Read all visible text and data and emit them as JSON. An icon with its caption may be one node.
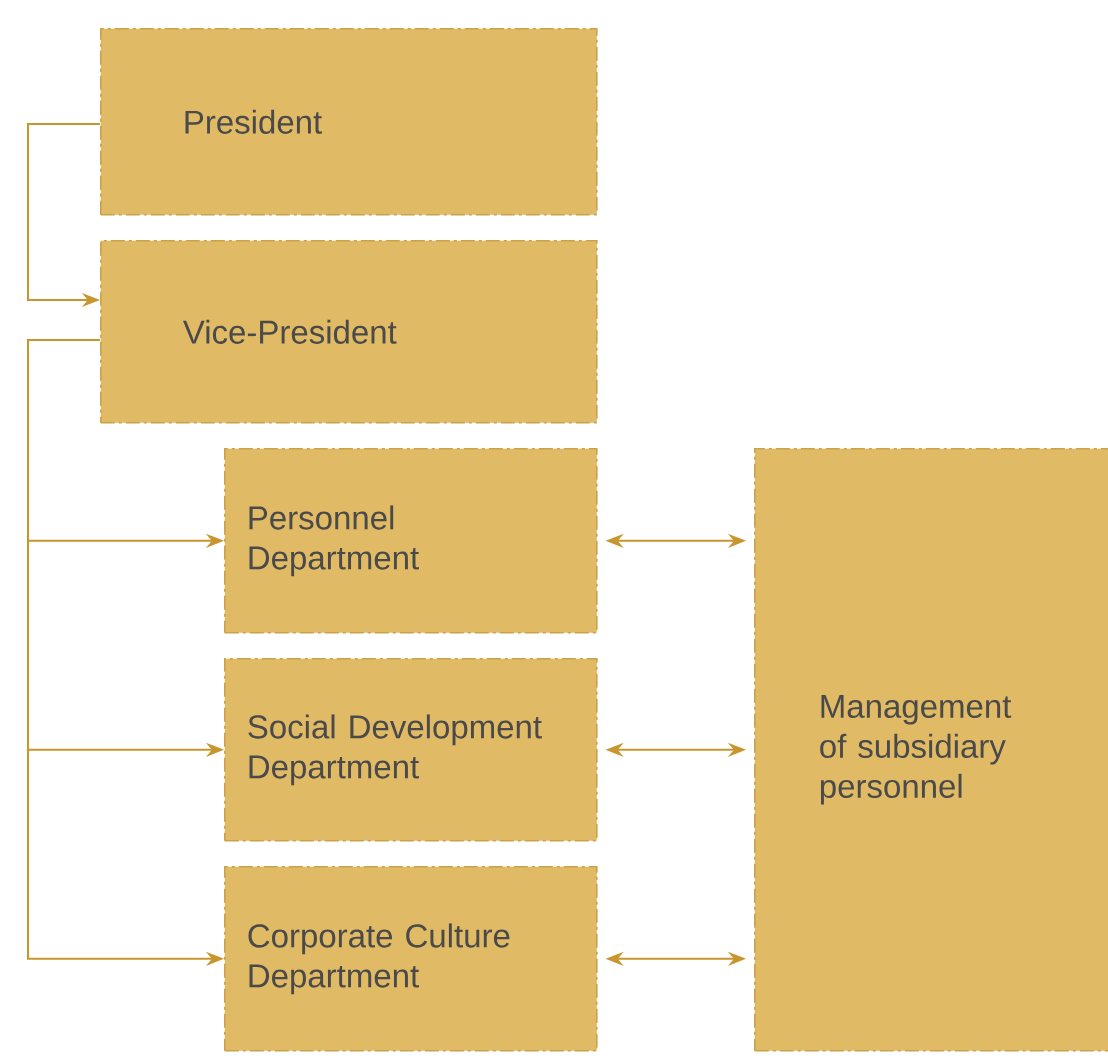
{
  "diagram": {
    "nodes": [
      {
        "text": [
          "President"
        ]
      },
      {
        "text": [
          "Vice-President"
        ]
      },
      {
        "text": [
          "Personnel Department"
        ]
      },
      {
        "text": [
          "Social Development Department"
        ]
      },
      {
        "text": [
          "Corporate Culture Department"
        ]
      },
      {
        "text": [
          "Management of subsidiary personnel"
        ]
      }
    ],
    "edges": [
      {
        "from": 0,
        "to": 1,
        "arrow": "to"
      },
      {
        "from": 1,
        "to": 2,
        "arrow": "to"
      },
      {
        "from": 1,
        "to": 3,
        "arrow": "to"
      },
      {
        "from": 1,
        "to": 4,
        "arrow": "to"
      },
      {
        "from": 2,
        "to": 5,
        "arrow": "both"
      },
      {
        "from": 3,
        "to": 5,
        "arrow": "both"
      },
      {
        "from": 4,
        "to": 5,
        "arrow": "both"
      }
    ]
  }
}
